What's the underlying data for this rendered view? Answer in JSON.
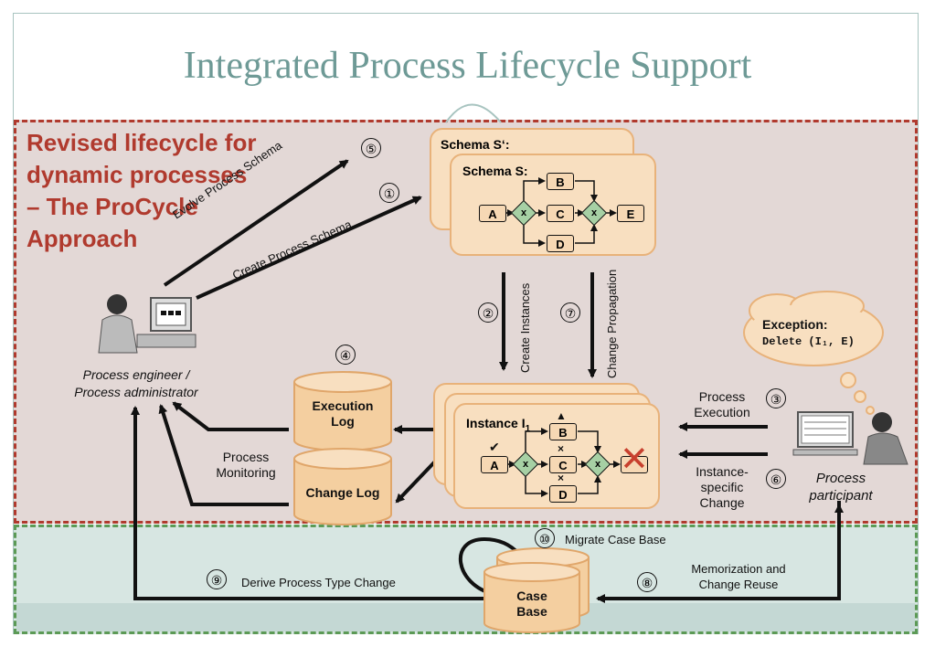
{
  "title": "Integrated Process Lifecycle Support",
  "heading": "Revised lifecycle for dynamic processes – The ProCycle Approach",
  "actors": {
    "engineer_line1": "Process engineer /",
    "engineer_line2": "Process administrator",
    "participant_line1": "Process",
    "participant_line2": "participant"
  },
  "arrows": {
    "evolve": "Evolve Process Schema",
    "create": "Create Process Schema",
    "create_instances": "Create Instances",
    "change_propagation": "Change Propagation",
    "process_execution": "Process Execution",
    "instance_specific_change": "Instance-specific Change",
    "process_monitoring": "Process Monitoring",
    "migrate_case_base": "Migrate Case Base",
    "derive_process_type_change": "Derive Process Type Change",
    "memorization_reuse": "Memorization and Change Reuse"
  },
  "steps": {
    "s1": "①",
    "s2": "②",
    "s3": "③",
    "s4": "④",
    "s5": "⑤",
    "s6": "⑥",
    "s7": "⑦",
    "s8": "⑧",
    "s9": "⑨",
    "s10": "⑩"
  },
  "schemas": {
    "back_title": "Schema S‘:",
    "front_title": "Schema S:",
    "instance_title": "Instance I",
    "instance_sub": "1",
    "nodes": [
      "A",
      "B",
      "C",
      "D",
      "E"
    ],
    "gateway": "x"
  },
  "logs": {
    "execution": "Execution Log",
    "change": "Change Log",
    "case_base": "Case Base"
  },
  "exception": {
    "title": "Exception:",
    "code": "Delete (I₁, E)"
  },
  "colors": {
    "title": "#6e9a96",
    "heading": "#b03a2e",
    "upper_bg": "#e3d8d6",
    "lower_bg": "#d7e6e2",
    "schema_fill": "#f8dfc0",
    "gateway": "#a6d0a4",
    "db_fill": "#f4cfa0"
  }
}
